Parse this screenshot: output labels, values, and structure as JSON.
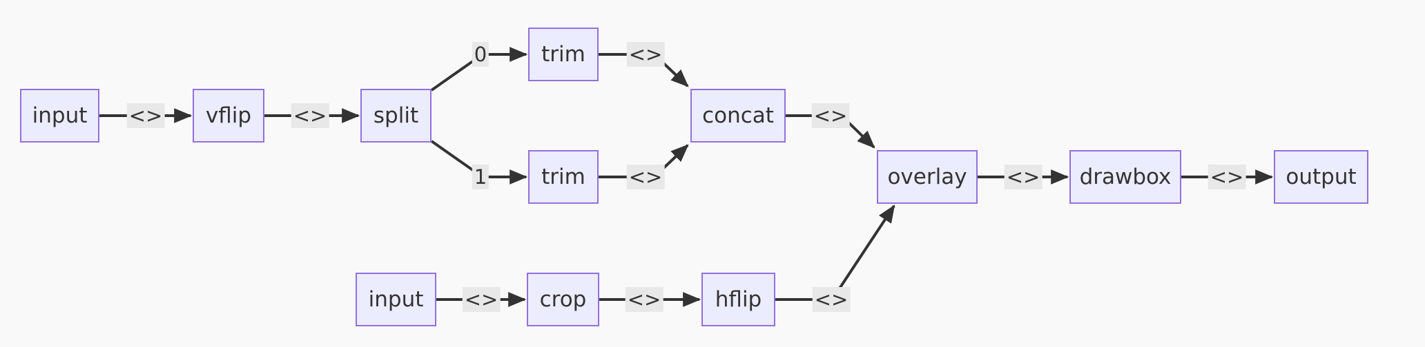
{
  "diagram": {
    "type": "flowchart",
    "direction": "LR",
    "nodes": [
      {
        "id": "input-1",
        "label": "input"
      },
      {
        "id": "vflip",
        "label": "vflip"
      },
      {
        "id": "split",
        "label": "split"
      },
      {
        "id": "trim-1",
        "label": "trim"
      },
      {
        "id": "trim-2",
        "label": "trim"
      },
      {
        "id": "concat",
        "label": "concat"
      },
      {
        "id": "overlay",
        "label": "overlay"
      },
      {
        "id": "drawbox",
        "label": "drawbox"
      },
      {
        "id": "output",
        "label": "output"
      },
      {
        "id": "input-2",
        "label": "input"
      },
      {
        "id": "crop",
        "label": "crop"
      },
      {
        "id": "hflip",
        "label": "hflip"
      }
    ],
    "edges": [
      {
        "from": "input-1",
        "to": "vflip",
        "label": "<>"
      },
      {
        "from": "vflip",
        "to": "split",
        "label": "<>"
      },
      {
        "from": "split",
        "to": "trim-1",
        "label": "0"
      },
      {
        "from": "split",
        "to": "trim-2",
        "label": "1"
      },
      {
        "from": "trim-1",
        "to": "concat",
        "label": "<>"
      },
      {
        "from": "trim-2",
        "to": "concat",
        "label": "<>"
      },
      {
        "from": "concat",
        "to": "overlay",
        "label": "<>"
      },
      {
        "from": "input-2",
        "to": "crop",
        "label": "<>"
      },
      {
        "from": "crop",
        "to": "hflip",
        "label": "<>"
      },
      {
        "from": "hflip",
        "to": "overlay",
        "label": "<>"
      },
      {
        "from": "overlay",
        "to": "drawbox",
        "label": "<>"
      },
      {
        "from": "drawbox",
        "to": "output",
        "label": "<>"
      }
    ],
    "colors": {
      "background": "#F9F9F9",
      "node_fill": "#ECECFF",
      "node_border": "#9370DB",
      "edge_color": "#333333",
      "edge_label_background": "#E8E8E8",
      "text_color": "#333333"
    }
  }
}
